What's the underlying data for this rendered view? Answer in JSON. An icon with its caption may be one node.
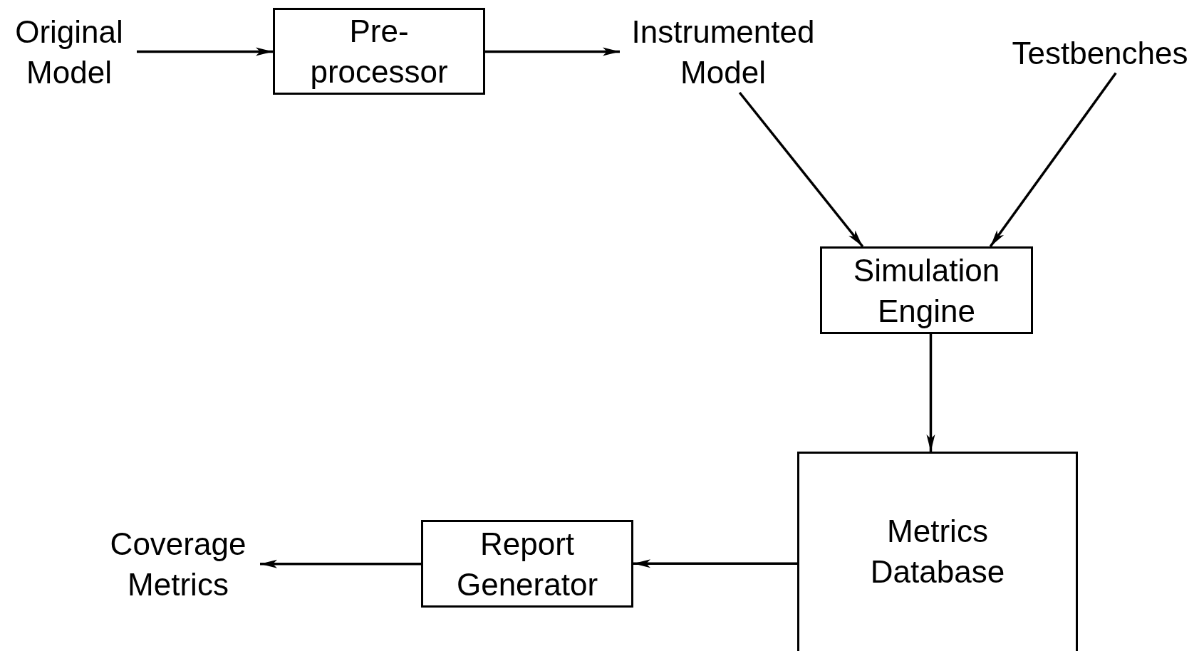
{
  "diagram": {
    "nodes": [
      {
        "text": [
          "Original Model"
        ]
      },
      {
        "text": [
          "Pre- processor"
        ]
      },
      {
        "text": [
          "Instrumented Model"
        ]
      },
      {
        "text": [
          "Testbenches"
        ]
      },
      {
        "text": [
          "Simulation Engine"
        ]
      },
      {
        "text": [
          "Metrics Database"
        ]
      },
      {
        "text": [
          "Report Generator"
        ]
      },
      {
        "text": [
          "Coverage Metrics"
        ]
      }
    ],
    "edges": [
      {
        "from": 0,
        "to": 1,
        "arrow": "to"
      },
      {
        "from": 1,
        "to": 2,
        "arrow": "to"
      },
      {
        "from": 2,
        "to": 4,
        "arrow": "to"
      },
      {
        "from": 3,
        "to": 4,
        "arrow": "to"
      },
      {
        "from": 4,
        "to": 5,
        "arrow": "to"
      },
      {
        "from": 5,
        "to": 6,
        "arrow": "to"
      },
      {
        "from": 6,
        "to": 7,
        "arrow": "to"
      }
    ]
  }
}
